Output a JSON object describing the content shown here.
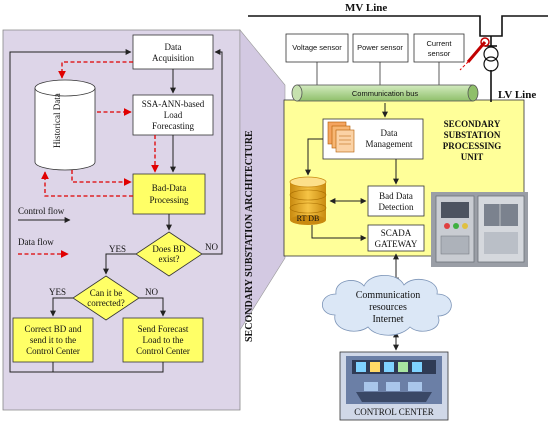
{
  "lines": {
    "mv": "MV Line",
    "lv": "LV Line"
  },
  "left_panel": {
    "vertical_title": "SECONDARY SUBSTATION  ARCHITECTURE",
    "historical_data": "Historical Data",
    "data_acquisition": [
      "Data",
      "Acquisition"
    ],
    "ssa_ann": [
      "SSA-ANN-based",
      "Load",
      "Forecasting"
    ],
    "bad_data_processing": [
      "Bad-Data",
      "Processing"
    ],
    "does_bd_exist": [
      "Does BD",
      "exist?"
    ],
    "can_be_corrected": [
      "Can it be",
      "corrected?"
    ],
    "yes1": "YES",
    "no1": "NO",
    "yes2": "YES",
    "no2": "NO",
    "correct_bd": [
      "Correct BD and",
      "send it to the",
      "Control Center"
    ],
    "send_forecast": [
      "Send Forecast",
      "Load to the",
      "Control Center"
    ],
    "legend_control": "Control flow",
    "legend_data": "Data flow"
  },
  "right_panel": {
    "voltage_sensor": "Voltage sensor",
    "power_sensor": "Power sensor",
    "current_sensor": [
      "Current",
      "sensor"
    ],
    "communication_bus": "Communication bus",
    "unit_title": [
      "SECONDARY",
      "SUBSTATION",
      "PROCESSING",
      "UNIT"
    ],
    "data_management": [
      "Data",
      "Management"
    ],
    "rt_db": "RT DB",
    "bad_data_detection": [
      "Bad Data",
      "Detection"
    ],
    "scada_gateway": [
      "SCADA",
      "GATEWAY"
    ],
    "cloud": [
      "Communication",
      "resources",
      "Internet"
    ],
    "control_center": "CONTROL CENTER"
  },
  "colors": {
    "panel_bg": "#ddd5e8",
    "yellow": "#ffff99",
    "bus_green": "#a9d08e",
    "cloud": "#dbe7f6",
    "data_flow": "#e00000"
  }
}
